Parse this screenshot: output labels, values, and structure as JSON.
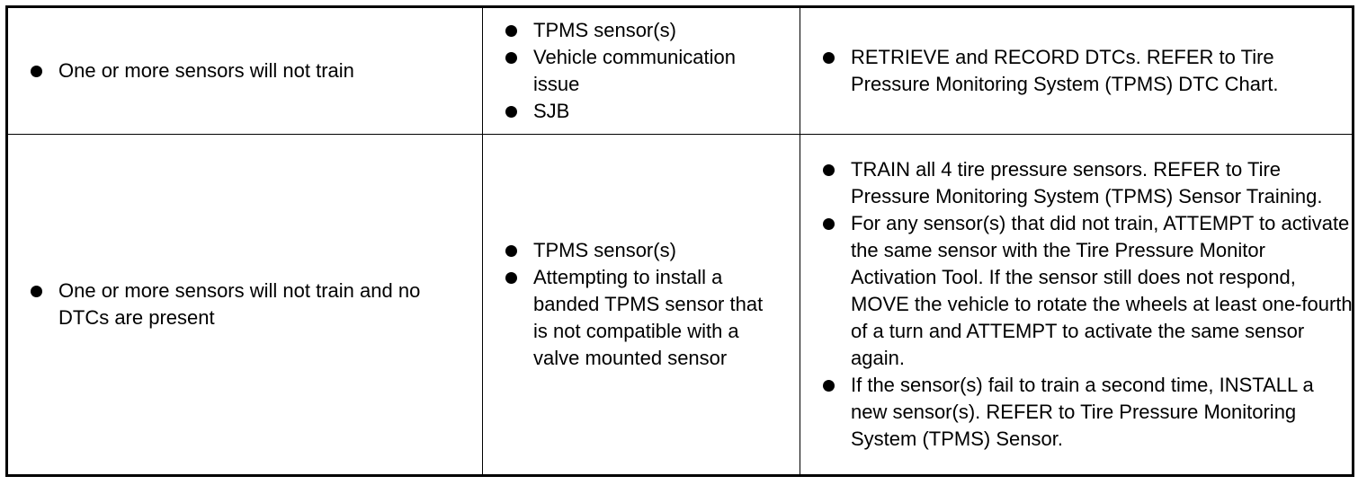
{
  "rows": [
    {
      "condition": [
        "One or more sensors will not train"
      ],
      "causes": [
        "TPMS sensor(s)",
        "Vehicle communication issue",
        "SJB"
      ],
      "actions": [
        "RETRIEVE and RECORD DTCs. REFER to Tire Pressure Monitoring System (TPMS) DTC Chart."
      ]
    },
    {
      "condition": [
        "One or more sensors will not train and no DTCs are present"
      ],
      "causes": [
        "TPMS sensor(s)",
        "Attempting to install a banded TPMS sensor that is not compatible with a valve mounted sensor"
      ],
      "actions": [
        "TRAIN all 4 tire pressure sensors. REFER to Tire Pressure Monitoring System (TPMS) Sensor Training.",
        "For any sensor(s) that did not train, ATTEMPT to activate the same sensor with the Tire Pressure Monitor Activation Tool. If the sensor still does not respond, MOVE the vehicle to rotate the wheels at least one-fourth of a turn and ATTEMPT to activate the same sensor again.",
        "If the sensor(s) fail to train a second time, INSTALL a new sensor(s). REFER to Tire Pressure Monitoring System (TPMS) Sensor."
      ]
    }
  ]
}
